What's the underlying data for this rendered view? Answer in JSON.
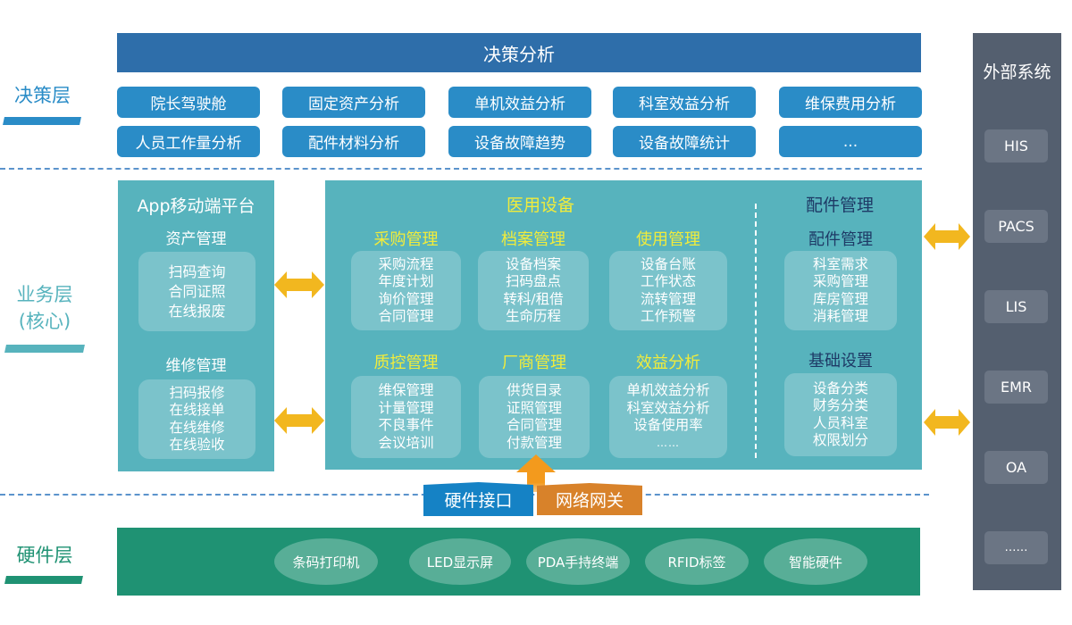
{
  "colors": {
    "decision_header": "#2e6eaa",
    "decision_button": "#2a8cc7",
    "business_panel": "#57b3bd",
    "yellow_title": "#f2ec3a",
    "navy_title": "#1e3a66",
    "external_panel": "#545f6f",
    "external_item": "#6b7584",
    "hardware_panel": "#1f9273",
    "hardware_item": "#58ae97",
    "arrow": "#f2b71f",
    "hardware_interface": "#1582c5",
    "network_gateway": "#d8822a",
    "up_arrow": "#f39a1d"
  },
  "layers": {
    "decision": "决策层",
    "business_line1": "业务层",
    "business_line2": "(核心)",
    "hardware": "硬件层"
  },
  "decision": {
    "header": "决策分析",
    "buttons": [
      "院长驾驶舱",
      "固定资产分析",
      "单机效益分析",
      "科室效益分析",
      "维保费用分析",
      "人员工作量分析",
      "配件材料分析",
      "设备故障趋势",
      "设备故障统计",
      "..."
    ]
  },
  "app": {
    "title": "App移动端平台",
    "groups": [
      {
        "title": "资产管理",
        "items": [
          "扫码查询",
          "合同证照",
          "在线报废"
        ]
      },
      {
        "title": "维修管理",
        "items": [
          "扫码报修",
          "在线接单",
          "在线维修",
          "在线验收"
        ]
      }
    ]
  },
  "medical": {
    "title": "医用设备",
    "groups": [
      {
        "title": "采购管理",
        "items": [
          "采购流程",
          "年度计划",
          "询价管理",
          "合同管理"
        ]
      },
      {
        "title": "档案管理",
        "items": [
          "设备档案",
          "扫码盘点",
          "转科/租借",
          "生命历程"
        ]
      },
      {
        "title": "使用管理",
        "items": [
          "设备台账",
          "工作状态",
          "流转管理",
          "工作预警"
        ]
      },
      {
        "title": "质控管理",
        "items": [
          "维保管理",
          "计量管理",
          "不良事件",
          "会议培训"
        ]
      },
      {
        "title": "厂商管理",
        "items": [
          "供货目录",
          "证照管理",
          "合同管理",
          "付款管理"
        ]
      },
      {
        "title": "效益分析",
        "items": [
          "单机效益分析",
          "科室效益分析",
          "设备使用率",
          "……"
        ]
      }
    ]
  },
  "parts": {
    "title": "配件管理",
    "groups": [
      {
        "title": "配件管理",
        "items": [
          "科室需求",
          "采购管理",
          "库房管理",
          "消耗管理"
        ]
      },
      {
        "title": "基础设置",
        "items": [
          "设备分类",
          "财务分类",
          "人员科室",
          "权限划分"
        ]
      }
    ]
  },
  "interface": {
    "hardware": "硬件接口",
    "network": "网络网关"
  },
  "hardware": {
    "items": [
      "条码打印机",
      "LED显示屏",
      "PDA手持终端",
      "RFID标签",
      "智能硬件"
    ]
  },
  "external": {
    "title": "外部系统",
    "items": [
      "HIS",
      "PACS",
      "LIS",
      "EMR",
      "OA",
      "……"
    ]
  }
}
